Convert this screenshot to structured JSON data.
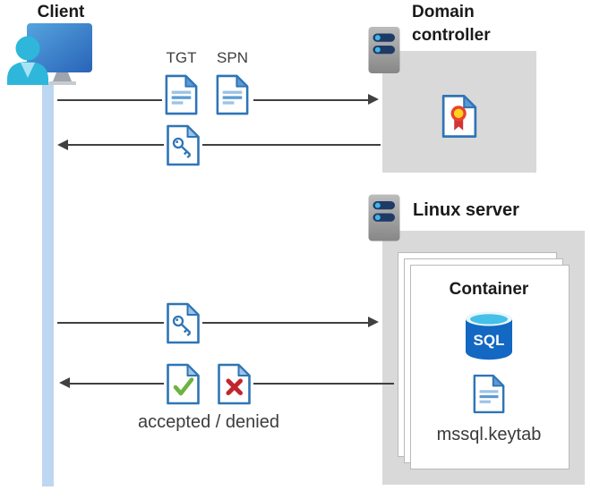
{
  "client": {
    "label": "Client"
  },
  "domain_controller": {
    "label": "Domain controller"
  },
  "linux_server": {
    "label": "Linux server"
  },
  "container": {
    "title": "Container",
    "sql_label": "SQL",
    "keytab_label": "mssql.keytab"
  },
  "flows": {
    "auth_request": {
      "tgt_label": "TGT",
      "spn_label": "SPN",
      "direction": "client-to-domain-controller"
    },
    "auth_response": {
      "icon": "document-key",
      "direction": "domain-controller-to-client"
    },
    "connect_request": {
      "icon": "document-key",
      "direction": "client-to-linux-server"
    },
    "connect_response": {
      "caption": "accepted / denied",
      "icons": [
        "document-check",
        "document-x"
      ],
      "direction": "linux-server-to-client"
    }
  },
  "icons": {
    "client": "user-at-monitor",
    "server": "server-rack",
    "tgt": "document-lines",
    "spn": "document-lines",
    "ticket": "document-key",
    "certificate": "document-certificate",
    "accepted": "document-check",
    "denied": "document-x",
    "database": "sql-database-cylinder",
    "keytab_file": "document-lines"
  },
  "colors": {
    "doc_blue": "#2E75B6",
    "doc_fold_light": "#9DC3E6",
    "doc_line_blue": "#5B9BD5",
    "timeline_blue": "#BDD7F0",
    "panel_gray": "#D9D9D9",
    "arrow_gray": "#404040",
    "check_green": "#6DB33F",
    "cross_red": "#C0272D",
    "sql_body_blue": "#1268C2",
    "sql_top_cyan": "#45C0E8",
    "person_cyan": "#2EB7DB",
    "server_bar_navy": "#1E3A66",
    "rosette_yellow": "#FFD21E",
    "rosette_red": "#D13438"
  }
}
